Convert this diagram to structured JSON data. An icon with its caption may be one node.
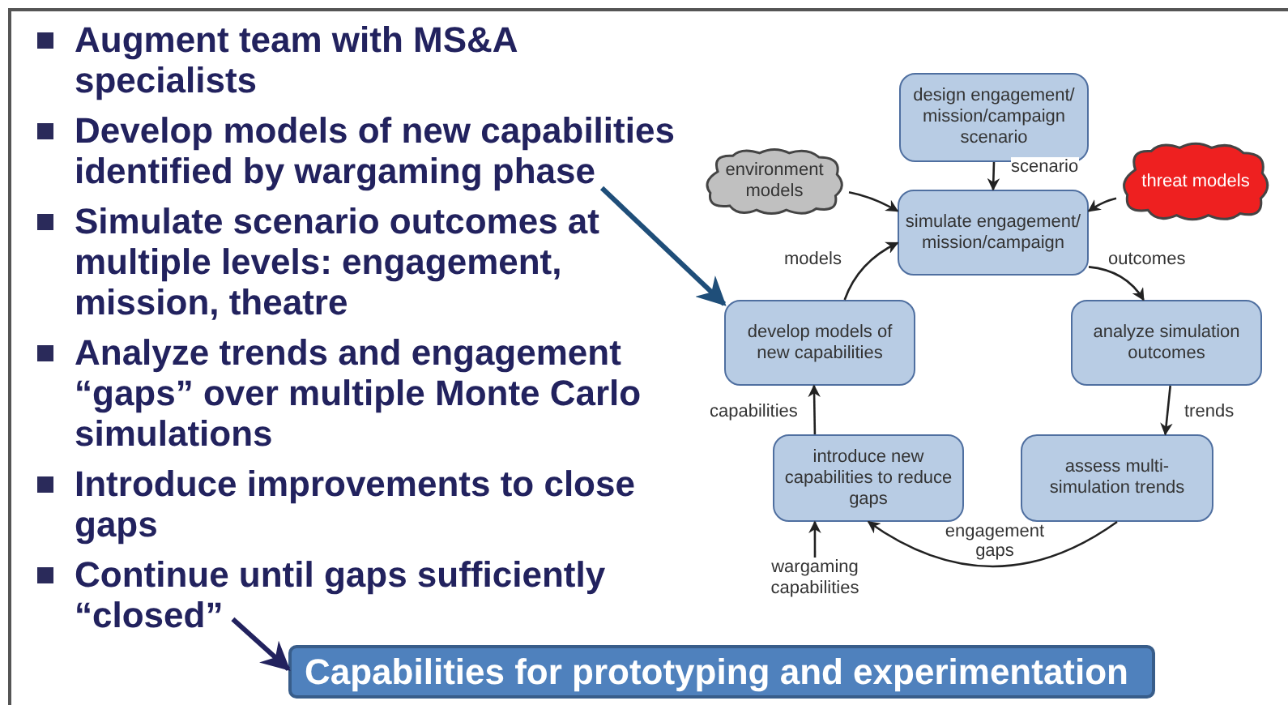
{
  "diagram": {
    "nodes": [
      {
        "text": [
          "Develop models of new capabilities identified by wargaming phase"
        ]
      },
      {
        "text": [
          "Continue until gaps sufficiently “closed”"
        ]
      },
      {
        "text": [
          "Capabilities for prototyping and experimentation"
        ]
      },
      {
        "text": [
          "design engagement/ mission/campaign scenario"
        ]
      },
      {
        "text": [
          "environment models"
        ]
      },
      {
        "text": [
          "threat models"
        ]
      },
      {
        "text": [
          "simulate engagement/ mission/campaign"
        ]
      },
      {
        "text": [
          "develop models of new capabilities"
        ]
      },
      {
        "text": [
          "analyze simulation outcomes"
        ]
      },
      {
        "text": [
          "introduce new capabilities to reduce gaps"
        ]
      },
      {
        "text": [
          "assess multi-simulation trends"
        ]
      },
      {
        "text": [
          "wargaming capabilities"
        ]
      }
    ],
    "edges": [
      {
        "from": 0,
        "to": 7,
        "arrow": "to",
        "style": "thick",
        "color": "#1f4e79"
      },
      {
        "from": 1,
        "to": 2,
        "arrow": "to",
        "style": "thick",
        "color": "#22225e"
      },
      {
        "from": 3,
        "to": 6,
        "arrow": "to",
        "label": "scenario"
      },
      {
        "from": 4,
        "to": 6,
        "arrow": "to"
      },
      {
        "from": 5,
        "to": 6,
        "arrow": "to"
      },
      {
        "from": 6,
        "to": 8,
        "arrow": "to",
        "label": "outcomes"
      },
      {
        "from": 8,
        "to": 10,
        "arrow": "to",
        "label": "trends"
      },
      {
        "from": 10,
        "to": 9,
        "arrow": "to",
        "label": "engagement gaps"
      },
      {
        "from": 9,
        "to": 7,
        "arrow": "to",
        "label": "capabilities"
      },
      {
        "from": 7,
        "to": 6,
        "arrow": "to",
        "label": "models"
      },
      {
        "from": 11,
        "to": 9,
        "arrow": "to"
      }
    ],
    "labels": [
      "Augment team with MS&A specialists",
      "Simulate scenario outcomes at multiple levels: engagement, mission, theatre",
      "Analyze trends and engagement “gaps” over multiple Monte Carlo simulations",
      "Introduce improvements to close gaps"
    ]
  }
}
